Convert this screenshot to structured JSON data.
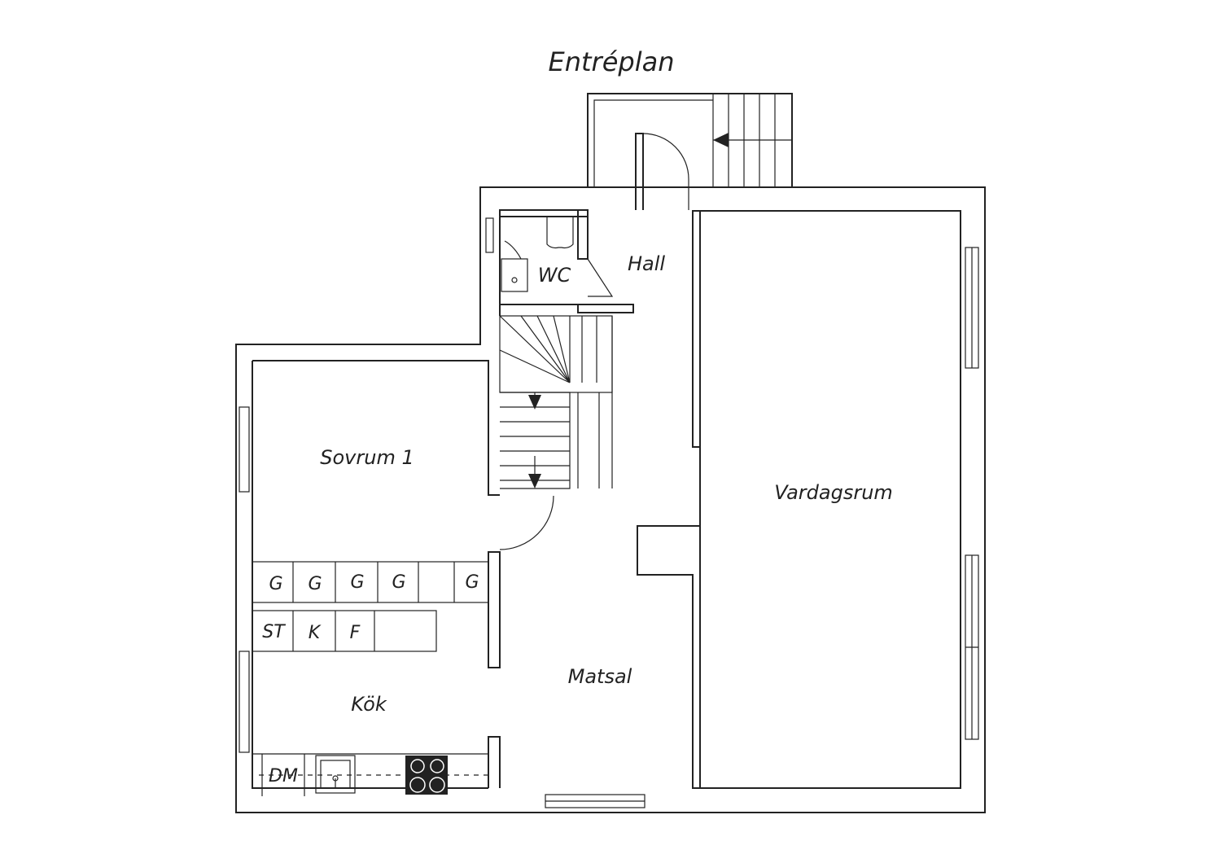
{
  "title": "Entréplan",
  "rooms": {
    "wc": "WC",
    "hall": "Hall",
    "sovrum": "Sovrum 1",
    "vardagsrum": "Vardagsrum",
    "matsal": "Matsal",
    "kok": "Kök"
  },
  "wardrobes": [
    "G",
    "G",
    "G",
    "G",
    "",
    "G"
  ],
  "appliances": [
    "ST",
    "K",
    "F"
  ],
  "dishwasher": "DM",
  "colors": {
    "line": "#222222",
    "background": "#ffffff"
  }
}
